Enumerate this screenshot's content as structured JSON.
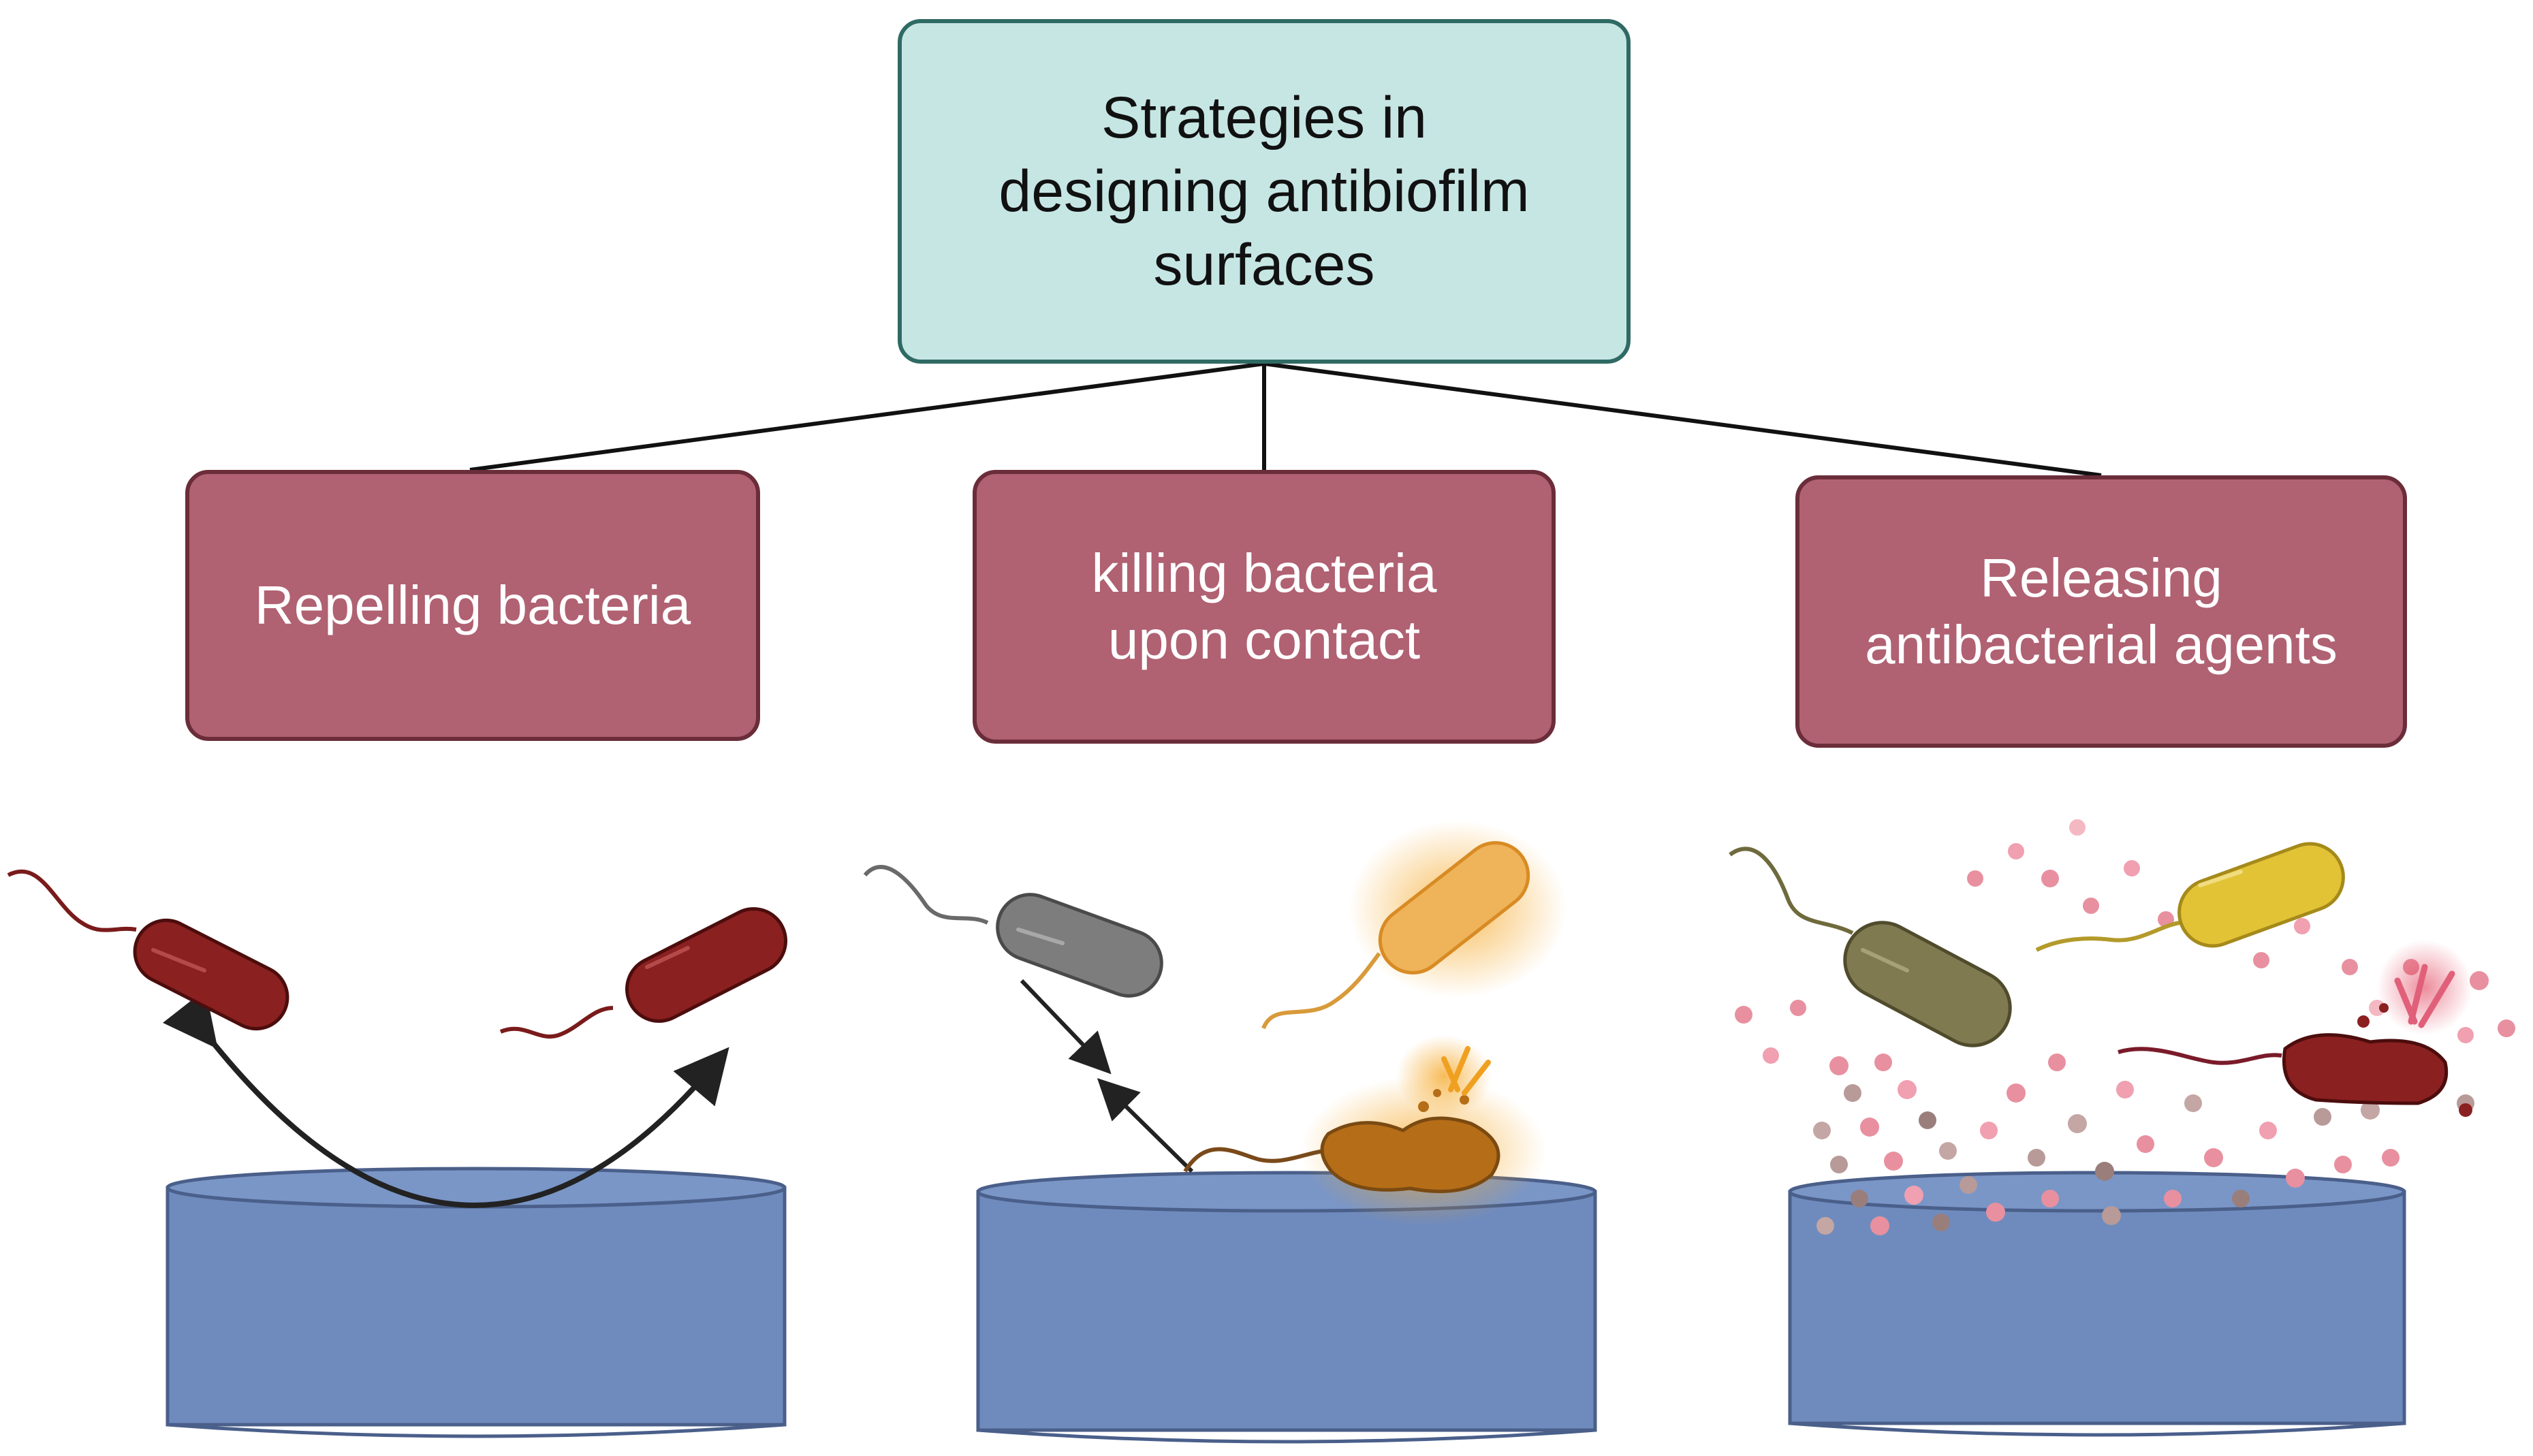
{
  "root": {
    "label": "Strategies in\ndesigning antibiofilm\nsurfaces"
  },
  "strategies": [
    {
      "label": "Repelling bacteria"
    },
    {
      "label": "killing bacteria\nupon contact"
    },
    {
      "label": "Releasing\nantibacterial agents"
    }
  ],
  "colors": {
    "root_fill": "#c6e6e4",
    "root_border": "#2f6a64",
    "strategy_fill": "#b06172",
    "strategy_border": "#6a2d39",
    "surface_fill": "#6f8bbd",
    "surface_top": "#7a96c7",
    "bacterium_red": "#8b2020",
    "bacterium_gray": "#7d7d7d",
    "bacterium_orange": "#efb35a",
    "bacterium_olive": "#7f7a50",
    "bacterium_yellow": "#e3c336",
    "dying_bacterium": "#b56d17"
  }
}
